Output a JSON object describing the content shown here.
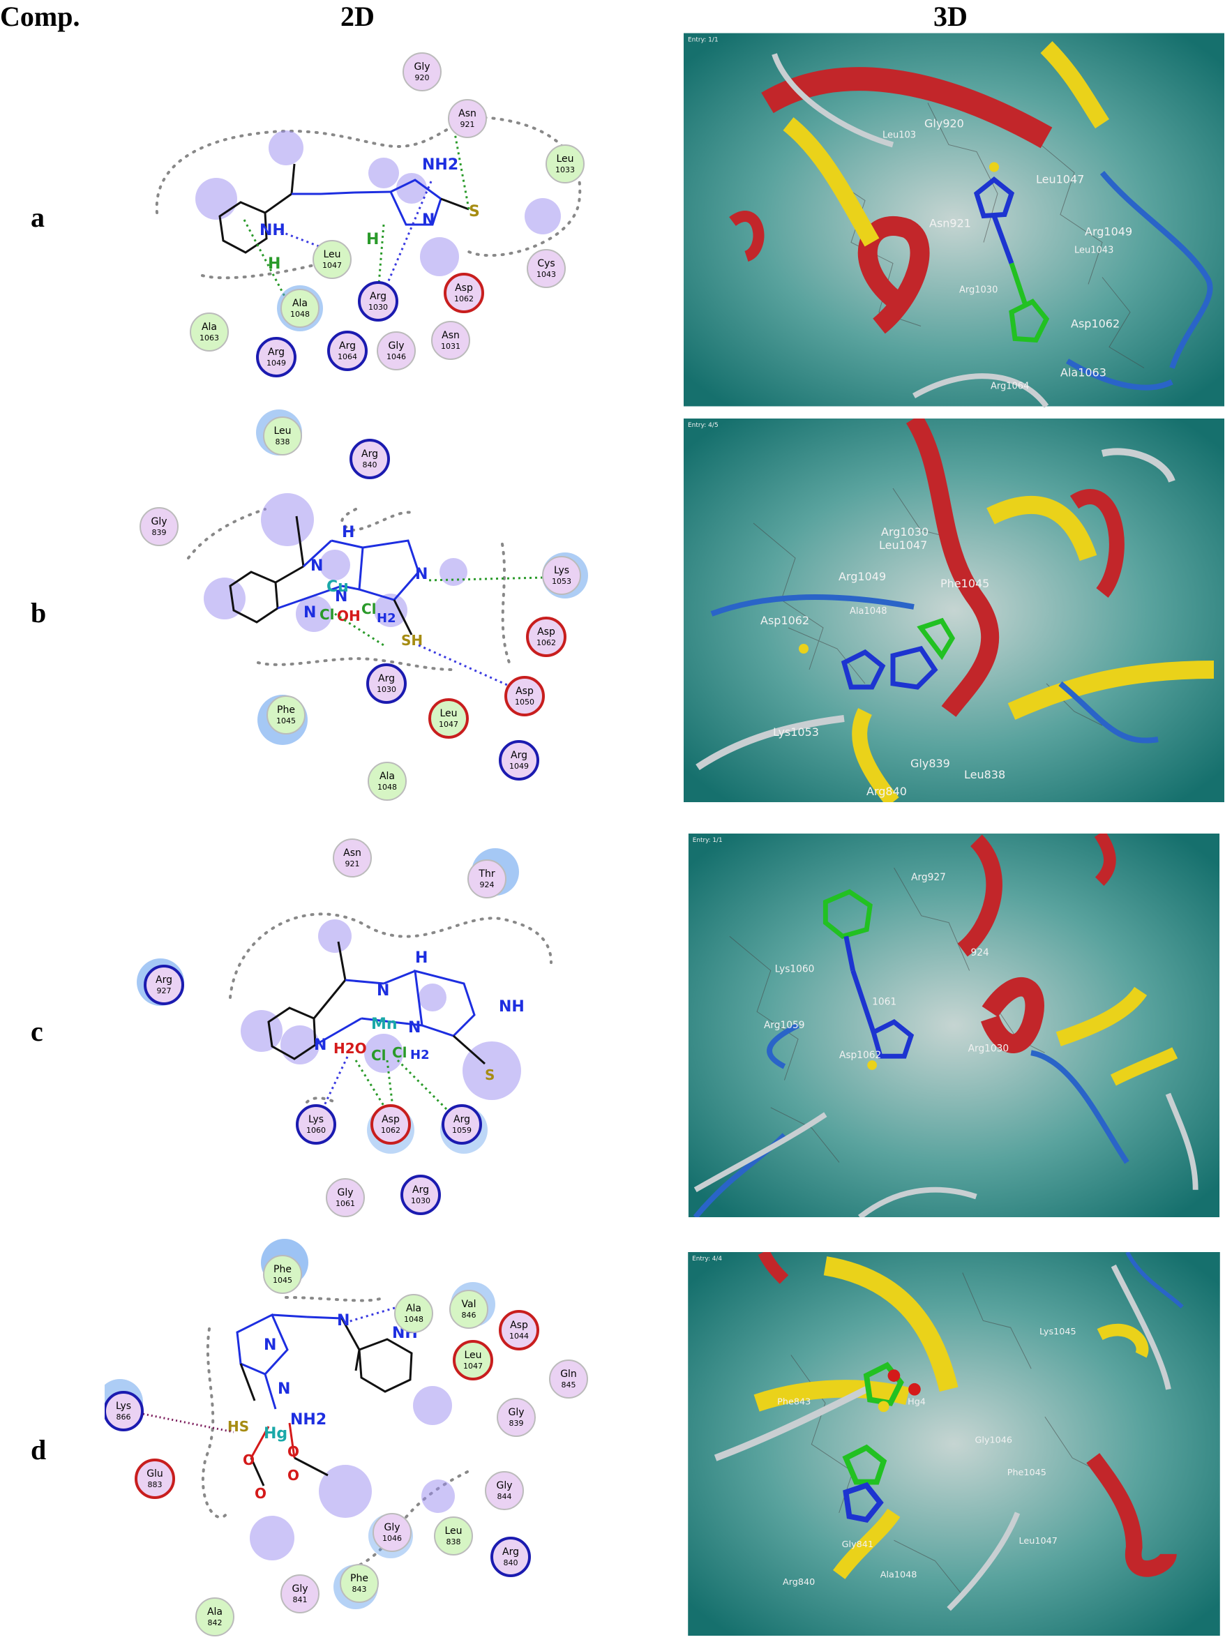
{
  "headers": {
    "comp": "Comp.",
    "d2": "2D",
    "d3": "3D"
  },
  "colors": {
    "hydrophobic": "#d6f5c4",
    "polar": "#ead2f3",
    "acidic_ring": "#c81e1e",
    "basic_ring": "#1b1bb0",
    "exposure_halo": "#5b9bec",
    "hbond_sidechain": "#2a9a2a",
    "hbond_backbone": "#3a3ae0",
    "scene_bg": "#2e8a86",
    "helix": "#c2262a",
    "sheet": "#ead21a",
    "coil": "#c9cfd2",
    "turn": "#2a64c8"
  },
  "rows": [
    {
      "label": "a",
      "residues": [
        {
          "name": "Gly",
          "num": "920",
          "cls": "polar"
        },
        {
          "name": "Asn",
          "num": "921",
          "cls": "polar"
        },
        {
          "name": "Leu",
          "num": "1033",
          "cls": "hydro"
        },
        {
          "name": "Leu",
          "num": "1047",
          "cls": "hydro"
        },
        {
          "name": "Cys",
          "num": "1043",
          "cls": "polar"
        },
        {
          "name": "Asp",
          "num": "1062",
          "cls": "acid"
        },
        {
          "name": "Arg",
          "num": "1030",
          "cls": "basic"
        },
        {
          "name": "Ala",
          "num": "1048",
          "cls": "hydro"
        },
        {
          "name": "Ala",
          "num": "1063",
          "cls": "hydro"
        },
        {
          "name": "Arg",
          "num": "1049",
          "cls": "basic"
        },
        {
          "name": "Arg",
          "num": "1064",
          "cls": "basic"
        },
        {
          "name": "Gly",
          "num": "1046",
          "cls": "polar"
        },
        {
          "name": "Asn",
          "num": "1031",
          "cls": "polar"
        }
      ],
      "atoms": [
        "NH2",
        "N",
        "NH",
        "H",
        "H",
        "S"
      ],
      "scene_labels": [
        "Entry: 1/1",
        "Leu103",
        "Gly920",
        "Leu1047",
        "Asn921",
        "Arg1049",
        "Leu1043",
        "Arg1030",
        "Asp1062",
        "Ala1063",
        "Arg1064"
      ]
    },
    {
      "label": "b",
      "residues": [
        {
          "name": "Leu",
          "num": "838",
          "cls": "hydro"
        },
        {
          "name": "Arg",
          "num": "840",
          "cls": "basic"
        },
        {
          "name": "Gly",
          "num": "839",
          "cls": "polar"
        },
        {
          "name": "Lys",
          "num": "1053",
          "cls": "basic"
        },
        {
          "name": "Asp",
          "num": "1062",
          "cls": "acid"
        },
        {
          "name": "Asp",
          "num": "1050",
          "cls": "acid"
        },
        {
          "name": "Arg",
          "num": "1030",
          "cls": "basic"
        },
        {
          "name": "Phe",
          "num": "1045",
          "cls": "hydro"
        },
        {
          "name": "Leu",
          "num": "1047",
          "cls": "acid"
        },
        {
          "name": "Arg",
          "num": "1049",
          "cls": "basic"
        },
        {
          "name": "Ala",
          "num": "1048",
          "cls": "hydro"
        }
      ],
      "atoms": [
        "H",
        "N",
        "N",
        "N",
        "N",
        "Cu",
        "Cl",
        "OH",
        "Cl",
        "H2",
        "SH"
      ],
      "scene_labels": [
        "Entry: 4/5",
        "Arg1030",
        "Leu1047",
        "Arg1049",
        "Phe1045",
        "Asp1062",
        "Ala1048",
        "Lys1053",
        "Gly839",
        "Leu838",
        "Arg840"
      ]
    },
    {
      "label": "c",
      "residues": [
        {
          "name": "Asn",
          "num": "921",
          "cls": "polar"
        },
        {
          "name": "Thr",
          "num": "924",
          "cls": "polar"
        },
        {
          "name": "Arg",
          "num": "927",
          "cls": "basic"
        },
        {
          "name": "Lys",
          "num": "1060",
          "cls": "basic"
        },
        {
          "name": "Asp",
          "num": "1062",
          "cls": "acid"
        },
        {
          "name": "Arg",
          "num": "1059",
          "cls": "basic"
        },
        {
          "name": "Gly",
          "num": "1061",
          "cls": "polar"
        },
        {
          "name": "Arg",
          "num": "1030",
          "cls": "basic"
        }
      ],
      "atoms": [
        "H",
        "N",
        "N",
        "N",
        "NH",
        "Mn",
        "H2O",
        "Cl",
        "Cl",
        "H2",
        "S"
      ],
      "scene_labels": [
        "Entry: 1/1",
        "Arg927",
        "Lys1060",
        "1061",
        "Arg1059",
        "Asp1062",
        "Arg1030",
        "924"
      ]
    },
    {
      "label": "d",
      "residues": [
        {
          "name": "Phe",
          "num": "1045",
          "cls": "hydro"
        },
        {
          "name": "Ala",
          "num": "1048",
          "cls": "hydro"
        },
        {
          "name": "Val",
          "num": "846",
          "cls": "hydro"
        },
        {
          "name": "Asp",
          "num": "1044",
          "cls": "acid"
        },
        {
          "name": "Leu",
          "num": "1047",
          "cls": "acid"
        },
        {
          "name": "Gln",
          "num": "845",
          "cls": "polar"
        },
        {
          "name": "Lys",
          "num": "866",
          "cls": "basic"
        },
        {
          "name": "Gly",
          "num": "839",
          "cls": "polar"
        },
        {
          "name": "Glu",
          "num": "883",
          "cls": "acid"
        },
        {
          "name": "Gly",
          "num": "844",
          "cls": "polar"
        },
        {
          "name": "Gly",
          "num": "1046",
          "cls": "polar"
        },
        {
          "name": "Leu",
          "num": "838",
          "cls": "hydro"
        },
        {
          "name": "Arg",
          "num": "840",
          "cls": "basic"
        },
        {
          "name": "Phe",
          "num": "843",
          "cls": "hydro"
        },
        {
          "name": "Gly",
          "num": "841",
          "cls": "polar"
        },
        {
          "name": "Ala",
          "num": "842",
          "cls": "hydro"
        }
      ],
      "atoms": [
        "N",
        "N",
        "N",
        "NH",
        "NH2",
        "HS",
        "Hg",
        "O",
        "O",
        "O",
        "O"
      ],
      "scene_labels": [
        "Entry: 4/4",
        "Phe843",
        "Hg4",
        "Lys1045",
        "Gly1046",
        "Phe1045",
        "Leu1047",
        "Ala1048",
        "Arg840",
        "Gly841"
      ]
    }
  ]
}
